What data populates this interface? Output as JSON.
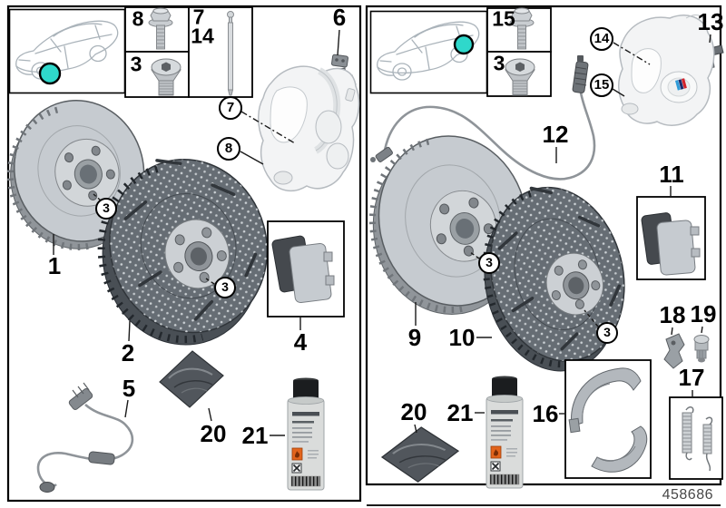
{
  "diagram": {
    "number": "458686",
    "axle_marker_color": "#2FD8CB"
  },
  "front": {
    "legend": {
      "bolt": "8",
      "screw": "3",
      "pin_a": "7",
      "pin_b": "14"
    },
    "callouts": {
      "clip": "6",
      "guide": "7",
      "caliper": "8",
      "disc1": "1",
      "disc2": "2",
      "hub_a": "3",
      "hub_b": "3",
      "pads": "4",
      "sensor": "5",
      "paste": "20",
      "cleaner": "21"
    }
  },
  "rear": {
    "legend": {
      "bolt": "15",
      "screw": "3"
    },
    "callouts": {
      "clip": "13",
      "guide": "14",
      "caliper": "15",
      "sensor": "12",
      "pads": "11",
      "disc1": "9",
      "disc2": "10",
      "hub_a": "3",
      "hub_b": "3",
      "adjuster": "18",
      "expander": "19",
      "springs": "17",
      "shoes": "16",
      "paste": "20",
      "cleaner": "21"
    }
  }
}
